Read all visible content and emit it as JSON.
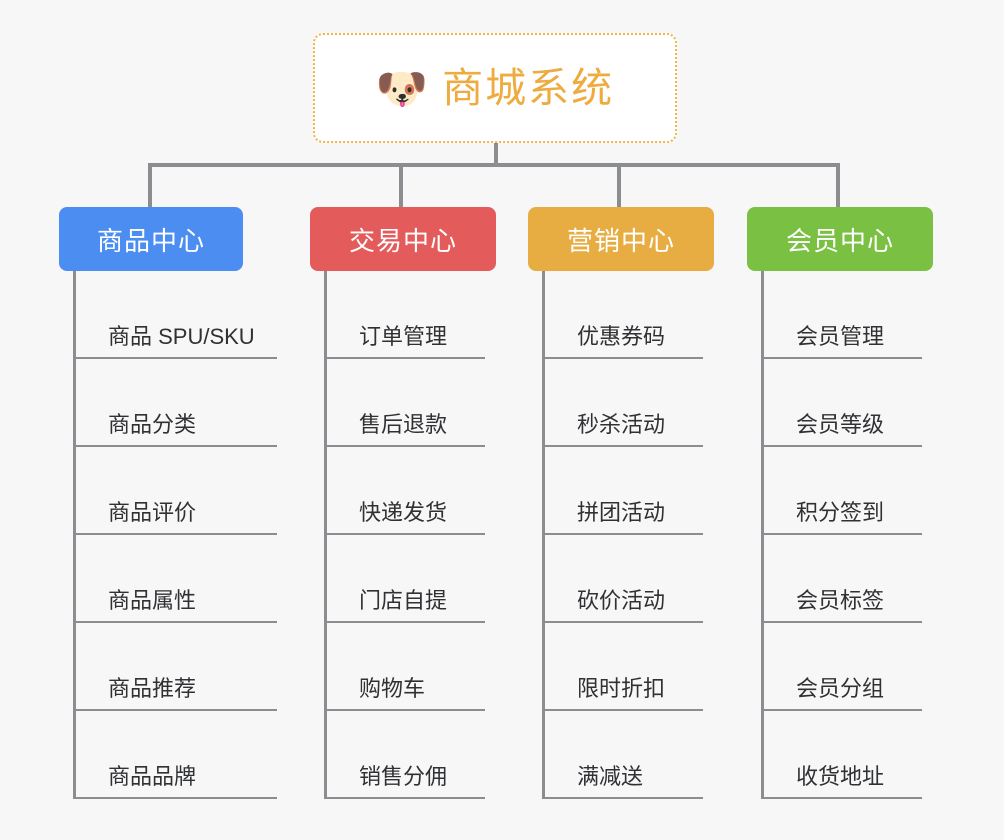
{
  "canvas": {
    "background_color": "#f7f7f8",
    "line_color": "#8b8d91"
  },
  "root": {
    "icon": "dog-face-emoji",
    "icon_glyph": "🐶",
    "title": "商城系统",
    "text_color": "#eeab3f",
    "border_color": "#f0b44a",
    "background_color": "#ffffff"
  },
  "branches": [
    {
      "label": "商品中心",
      "color": "#4b8df0",
      "items": [
        "商品 SPU/SKU",
        "商品分类",
        "商品评价",
        "商品属性",
        "商品推荐",
        "商品品牌"
      ]
    },
    {
      "label": "交易中心",
      "color": "#e35b5b",
      "items": [
        "订单管理",
        "售后退款",
        "快递发货",
        "门店自提",
        "购物车",
        "销售分佣"
      ]
    },
    {
      "label": "营销中心",
      "color": "#e8ad42",
      "items": [
        "优惠券码",
        "秒杀活动",
        "拼团活动",
        "砍价活动",
        "限时折扣",
        "满减送"
      ]
    },
    {
      "label": "会员中心",
      "color": "#7ac043",
      "items": [
        "会员管理",
        "会员等级",
        "积分签到",
        "会员标签",
        "会员分组",
        "收货地址"
      ]
    }
  ]
}
